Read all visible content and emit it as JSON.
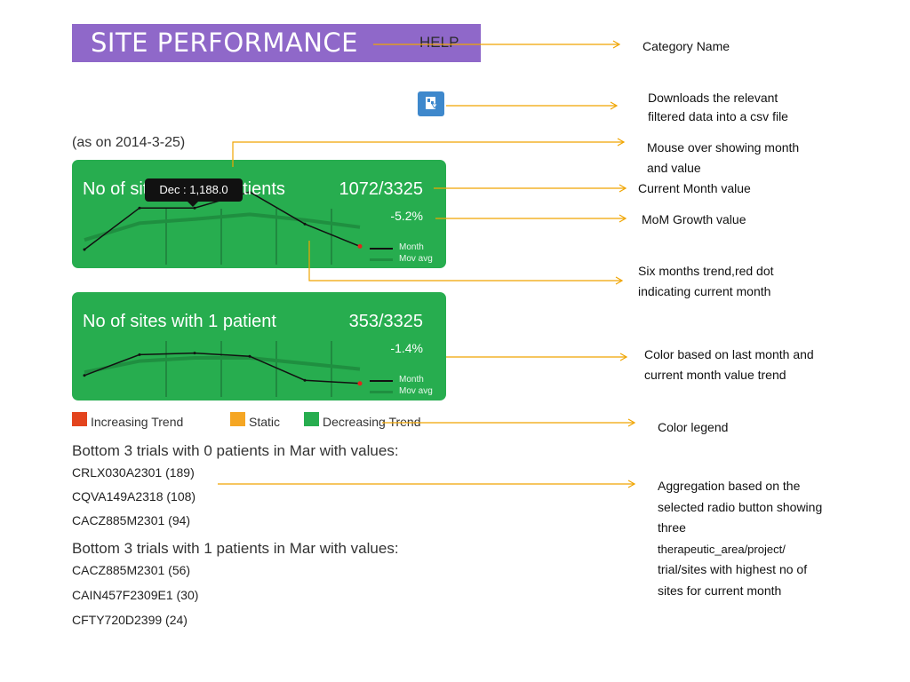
{
  "header": {
    "title": "SITE PERFORMANCE",
    "help_label": "HELP"
  },
  "as_on": "(as on 2014-3-25)",
  "cards": [
    {
      "title": "No of sites with 0 patients",
      "value": "1072/3325",
      "growth": "-5.2%",
      "legend_month": "Month",
      "legend_mov_avg": "Mov avg",
      "tooltip": "Dec : 1,188.0",
      "trend_month": [
        10,
        62,
        62,
        82,
        42,
        14
      ],
      "trend_mov_avg": [
        22,
        43,
        48,
        54,
        47,
        38
      ],
      "current_dot_color": "#e0261c"
    },
    {
      "title": "No of sites with 1 patient",
      "value": "353/3325",
      "growth": "-1.4%",
      "legend_month": "Month",
      "legend_mov_avg": "Mov avg",
      "trend_month": [
        18,
        44,
        46,
        42,
        12,
        8
      ],
      "trend_mov_avg": [
        22,
        36,
        40,
        40,
        33,
        26
      ],
      "current_dot_color": "#e0261c"
    }
  ],
  "legend": [
    {
      "label": "Increasing Trend",
      "color": "#e3441e"
    },
    {
      "label": "Static",
      "color": "#f5a623"
    },
    {
      "label": "Decreasing Trend",
      "color": "#27ad4f"
    }
  ],
  "sections": [
    {
      "title": "Bottom 3 trials with 0 patients in Mar with values:",
      "items": [
        "CRLX030A2301 (189)",
        "CQVA149A2318 (108)",
        "CACZ885M2301 (94)"
      ]
    },
    {
      "title": "Bottom 3 trials with 1 patients in Mar with values:",
      "items": [
        "CACZ885M2301 (56)",
        "CAIN457F2309E1 (30)",
        "CFTY720D2399 (24)"
      ]
    }
  ],
  "annotations": {
    "category_name": "Category Name",
    "download_1": "Downloads the relevant",
    "download_2": "filtered data into a csv file",
    "mouse_over_1": "Mouse over showing month",
    "mouse_over_2": "and value",
    "current_month": "Current Month value",
    "mom_growth": "MoM Growth value",
    "trend_1": "Six months trend,red dot",
    "trend_2": "indicating current month",
    "color_1": "Color based on last month and",
    "color_2": "current month value trend",
    "color_legend": "Color legend",
    "agg_1": "Aggregation based on the",
    "agg_2": "selected radio button showing",
    "agg_3": "three",
    "agg_4": "therapeutic_area/project/",
    "agg_5": "trial/sites with highest no of",
    "agg_6": "sites for current month"
  },
  "colors": {
    "header_bg": "#8f68c9",
    "card_bg": "#27ad4f",
    "arrow": "#f0a500",
    "download_btn": "#3e88cc"
  },
  "icons": {
    "download": "download-csv-icon"
  }
}
